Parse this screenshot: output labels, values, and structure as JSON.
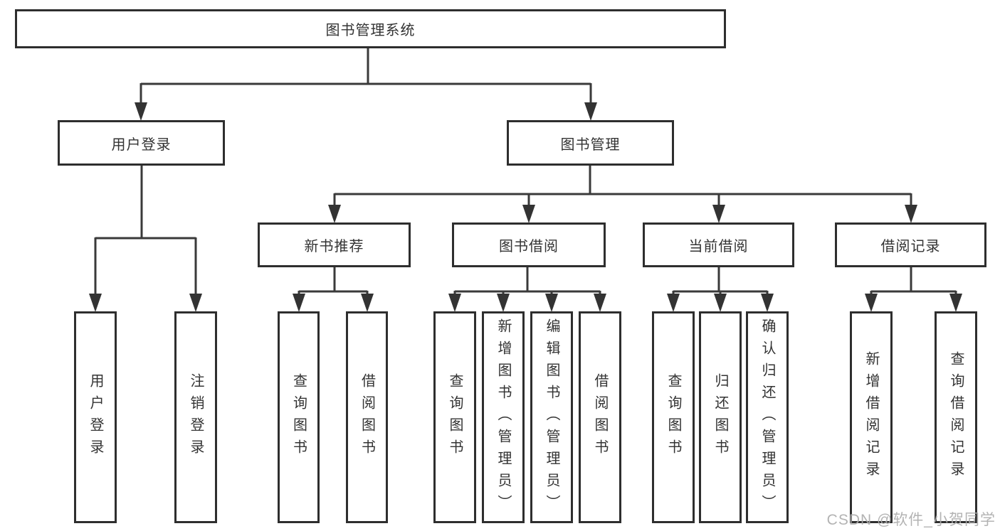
{
  "tree": {
    "root": "图书管理系统",
    "l2": [
      "用户登录",
      "图书管理"
    ],
    "l3": [
      "新书推荐",
      "图书借阅",
      "当前借阅",
      "借阅记录"
    ],
    "leaf_user": [
      "用户登录",
      "注销登录"
    ],
    "leaf_newbook": [
      "查询图书",
      "借阅图书"
    ],
    "leaf_borrow": [
      "查询图书",
      "新增图书（管理员）",
      "编辑图书（管理员）",
      "借阅图书"
    ],
    "leaf_current": [
      "查询图书",
      "归还图书",
      "确认归还（管理员）"
    ],
    "leaf_record": [
      "新增借阅记录",
      "查询借阅记录"
    ]
  },
  "watermark": {
    "text": "CSDN @软件_小贺同学"
  },
  "colors": {
    "line": "#3a3a3a",
    "border": "#2e2e2e",
    "text": "#333333",
    "background": "#ffffff",
    "watermark": "#acacac"
  }
}
